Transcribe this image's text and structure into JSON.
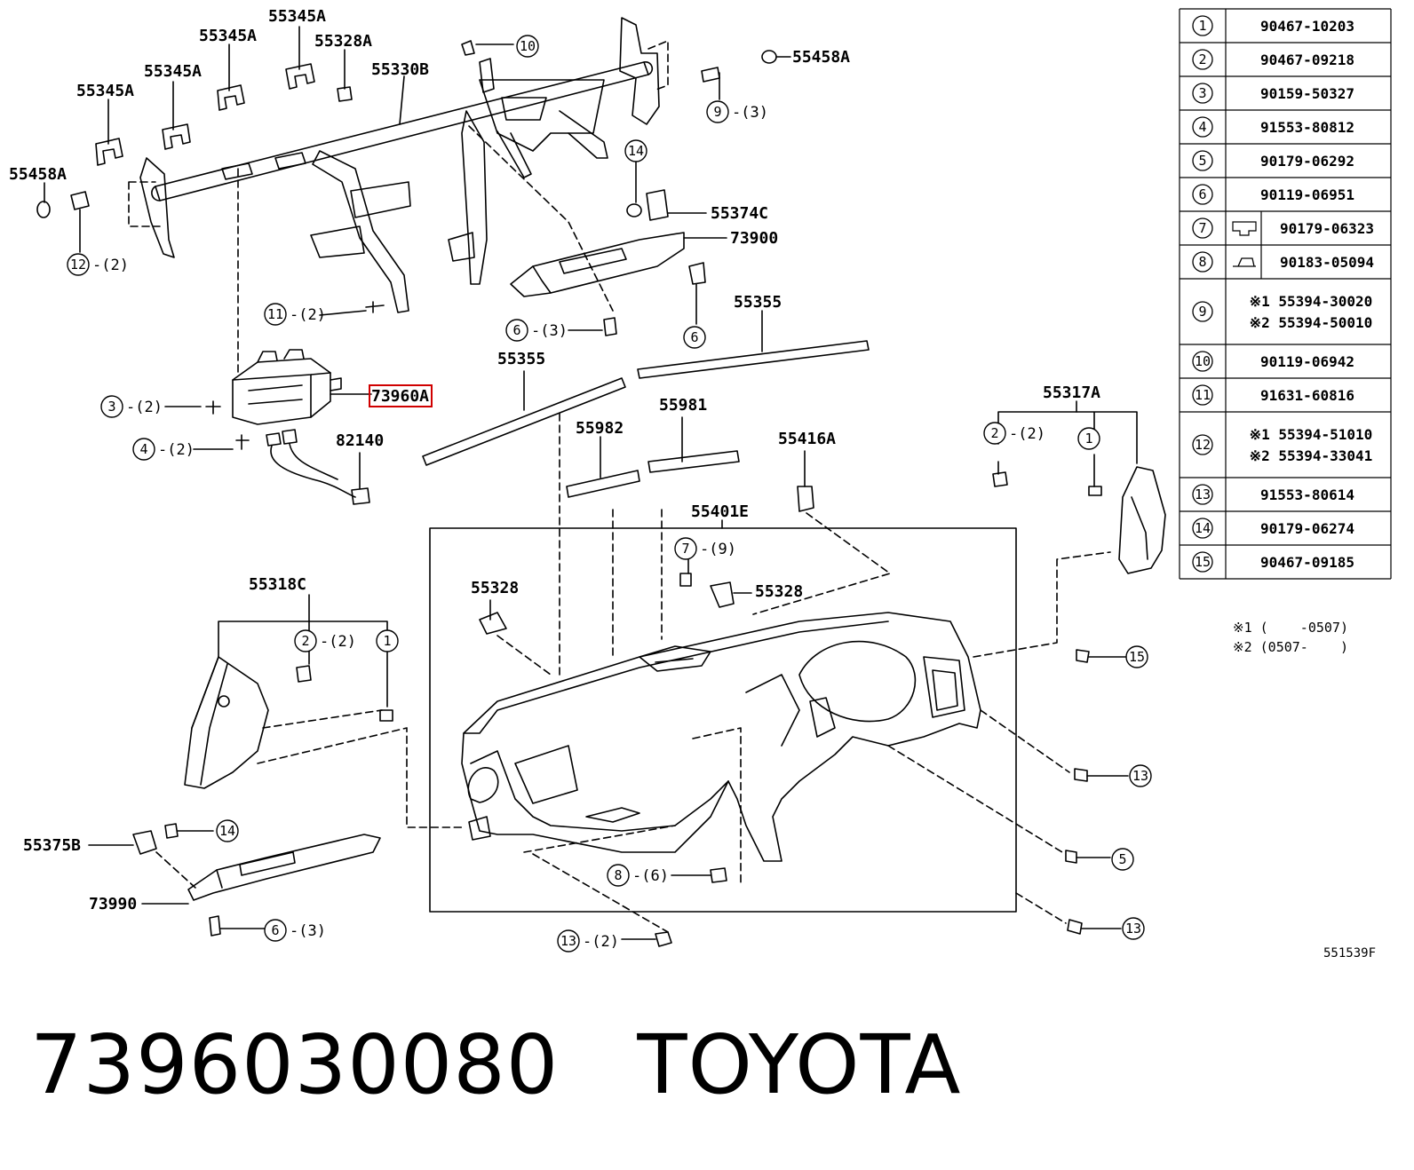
{
  "part_labels": {
    "bracket_a_1": "55345A",
    "bracket_a_2": "55345A",
    "bracket_a_3": "55345A",
    "bracket_a_4": "55345A",
    "clip_55328a": "55328A",
    "reinforcement": "55330B",
    "cap_left": "55458A",
    "cap_right": "55458A",
    "bracket_55374c": "55374C",
    "airbag_73900": "73900",
    "defroster_right": "55355",
    "defroster_left": "55355",
    "airbag_highlighted": "73960A",
    "wire_82140": "82140",
    "nozzle_55982": "55982",
    "nozzle_55981": "55981",
    "clip_55416a": "55416A",
    "side_panel_right": "55317A",
    "panel_55401e": "55401E",
    "clip_55328_left": "55328",
    "clip_55328_right": "55328",
    "side_panel_left": "55318C",
    "bracket_55375b": "55375B",
    "airbag_73990": "73990"
  },
  "callouts": [
    {
      "id": "c10a",
      "num": "10",
      "qty": ""
    },
    {
      "id": "c9",
      "num": "9",
      "qty": "-(3)"
    },
    {
      "id": "c14a",
      "num": "14",
      "qty": ""
    },
    {
      "id": "c12",
      "num": "12",
      "qty": "-(2)"
    },
    {
      "id": "c11",
      "num": "11",
      "qty": "-(2)"
    },
    {
      "id": "c6a",
      "num": "6",
      "qty": "-(3)"
    },
    {
      "id": "c6b",
      "num": "6",
      "qty": ""
    },
    {
      "id": "c3",
      "num": "3",
      "qty": "-(2)"
    },
    {
      "id": "c4",
      "num": "4",
      "qty": "-(2)"
    },
    {
      "id": "c2a",
      "num": "2",
      "qty": "-(2)"
    },
    {
      "id": "c1a",
      "num": "1",
      "qty": ""
    },
    {
      "id": "c7",
      "num": "7",
      "qty": "-(9)"
    },
    {
      "id": "c2b",
      "num": "2",
      "qty": "-(2)"
    },
    {
      "id": "c1b",
      "num": "1",
      "qty": ""
    },
    {
      "id": "c15",
      "num": "15",
      "qty": ""
    },
    {
      "id": "c13a",
      "num": "13",
      "qty": ""
    },
    {
      "id": "c14b",
      "num": "14",
      "qty": ""
    },
    {
      "id": "c5",
      "num": "5",
      "qty": ""
    },
    {
      "id": "c8",
      "num": "8",
      "qty": "-(6)"
    },
    {
      "id": "c6c",
      "num": "6",
      "qty": "-(3)"
    },
    {
      "id": "c13b",
      "num": "13",
      "qty": "-(2)"
    },
    {
      "id": "c13c",
      "num": "13",
      "qty": ""
    }
  ],
  "parts_table": [
    {
      "num": "1",
      "part": "90467-10203"
    },
    {
      "num": "2",
      "part": "90467-09218"
    },
    {
      "num": "3",
      "part": "90159-50327"
    },
    {
      "num": "4",
      "part": "91553-80812"
    },
    {
      "num": "5",
      "part": "90179-06292"
    },
    {
      "num": "6",
      "part": "90119-06951"
    },
    {
      "num": "7",
      "part": "90179-06323",
      "icon": "nut-icon"
    },
    {
      "num": "8",
      "part": "90183-05094",
      "icon": "clip-icon"
    },
    {
      "num": "9",
      "part": "※1 55394-30020",
      "part2": "※2 55394-50010"
    },
    {
      "num": "10",
      "part": "90119-06942"
    },
    {
      "num": "11",
      "part": "91631-60816"
    },
    {
      "num": "12",
      "part": "※1 55394-51010",
      "part2": "※2 55394-33041"
    },
    {
      "num": "13",
      "part": "91553-80614"
    },
    {
      "num": "14",
      "part": "90179-06274"
    },
    {
      "num": "15",
      "part": "90467-09185"
    }
  ],
  "notes": {
    "note1": "※1 (    -0507)",
    "note2": "※2 (0507-    )"
  },
  "diagram_ref": "551539F",
  "caption": {
    "part_number": "7396030080",
    "brand": "TOYOTA"
  },
  "colors": {
    "line": "#000000",
    "highlight": "#d00000",
    "background": "#ffffff"
  }
}
